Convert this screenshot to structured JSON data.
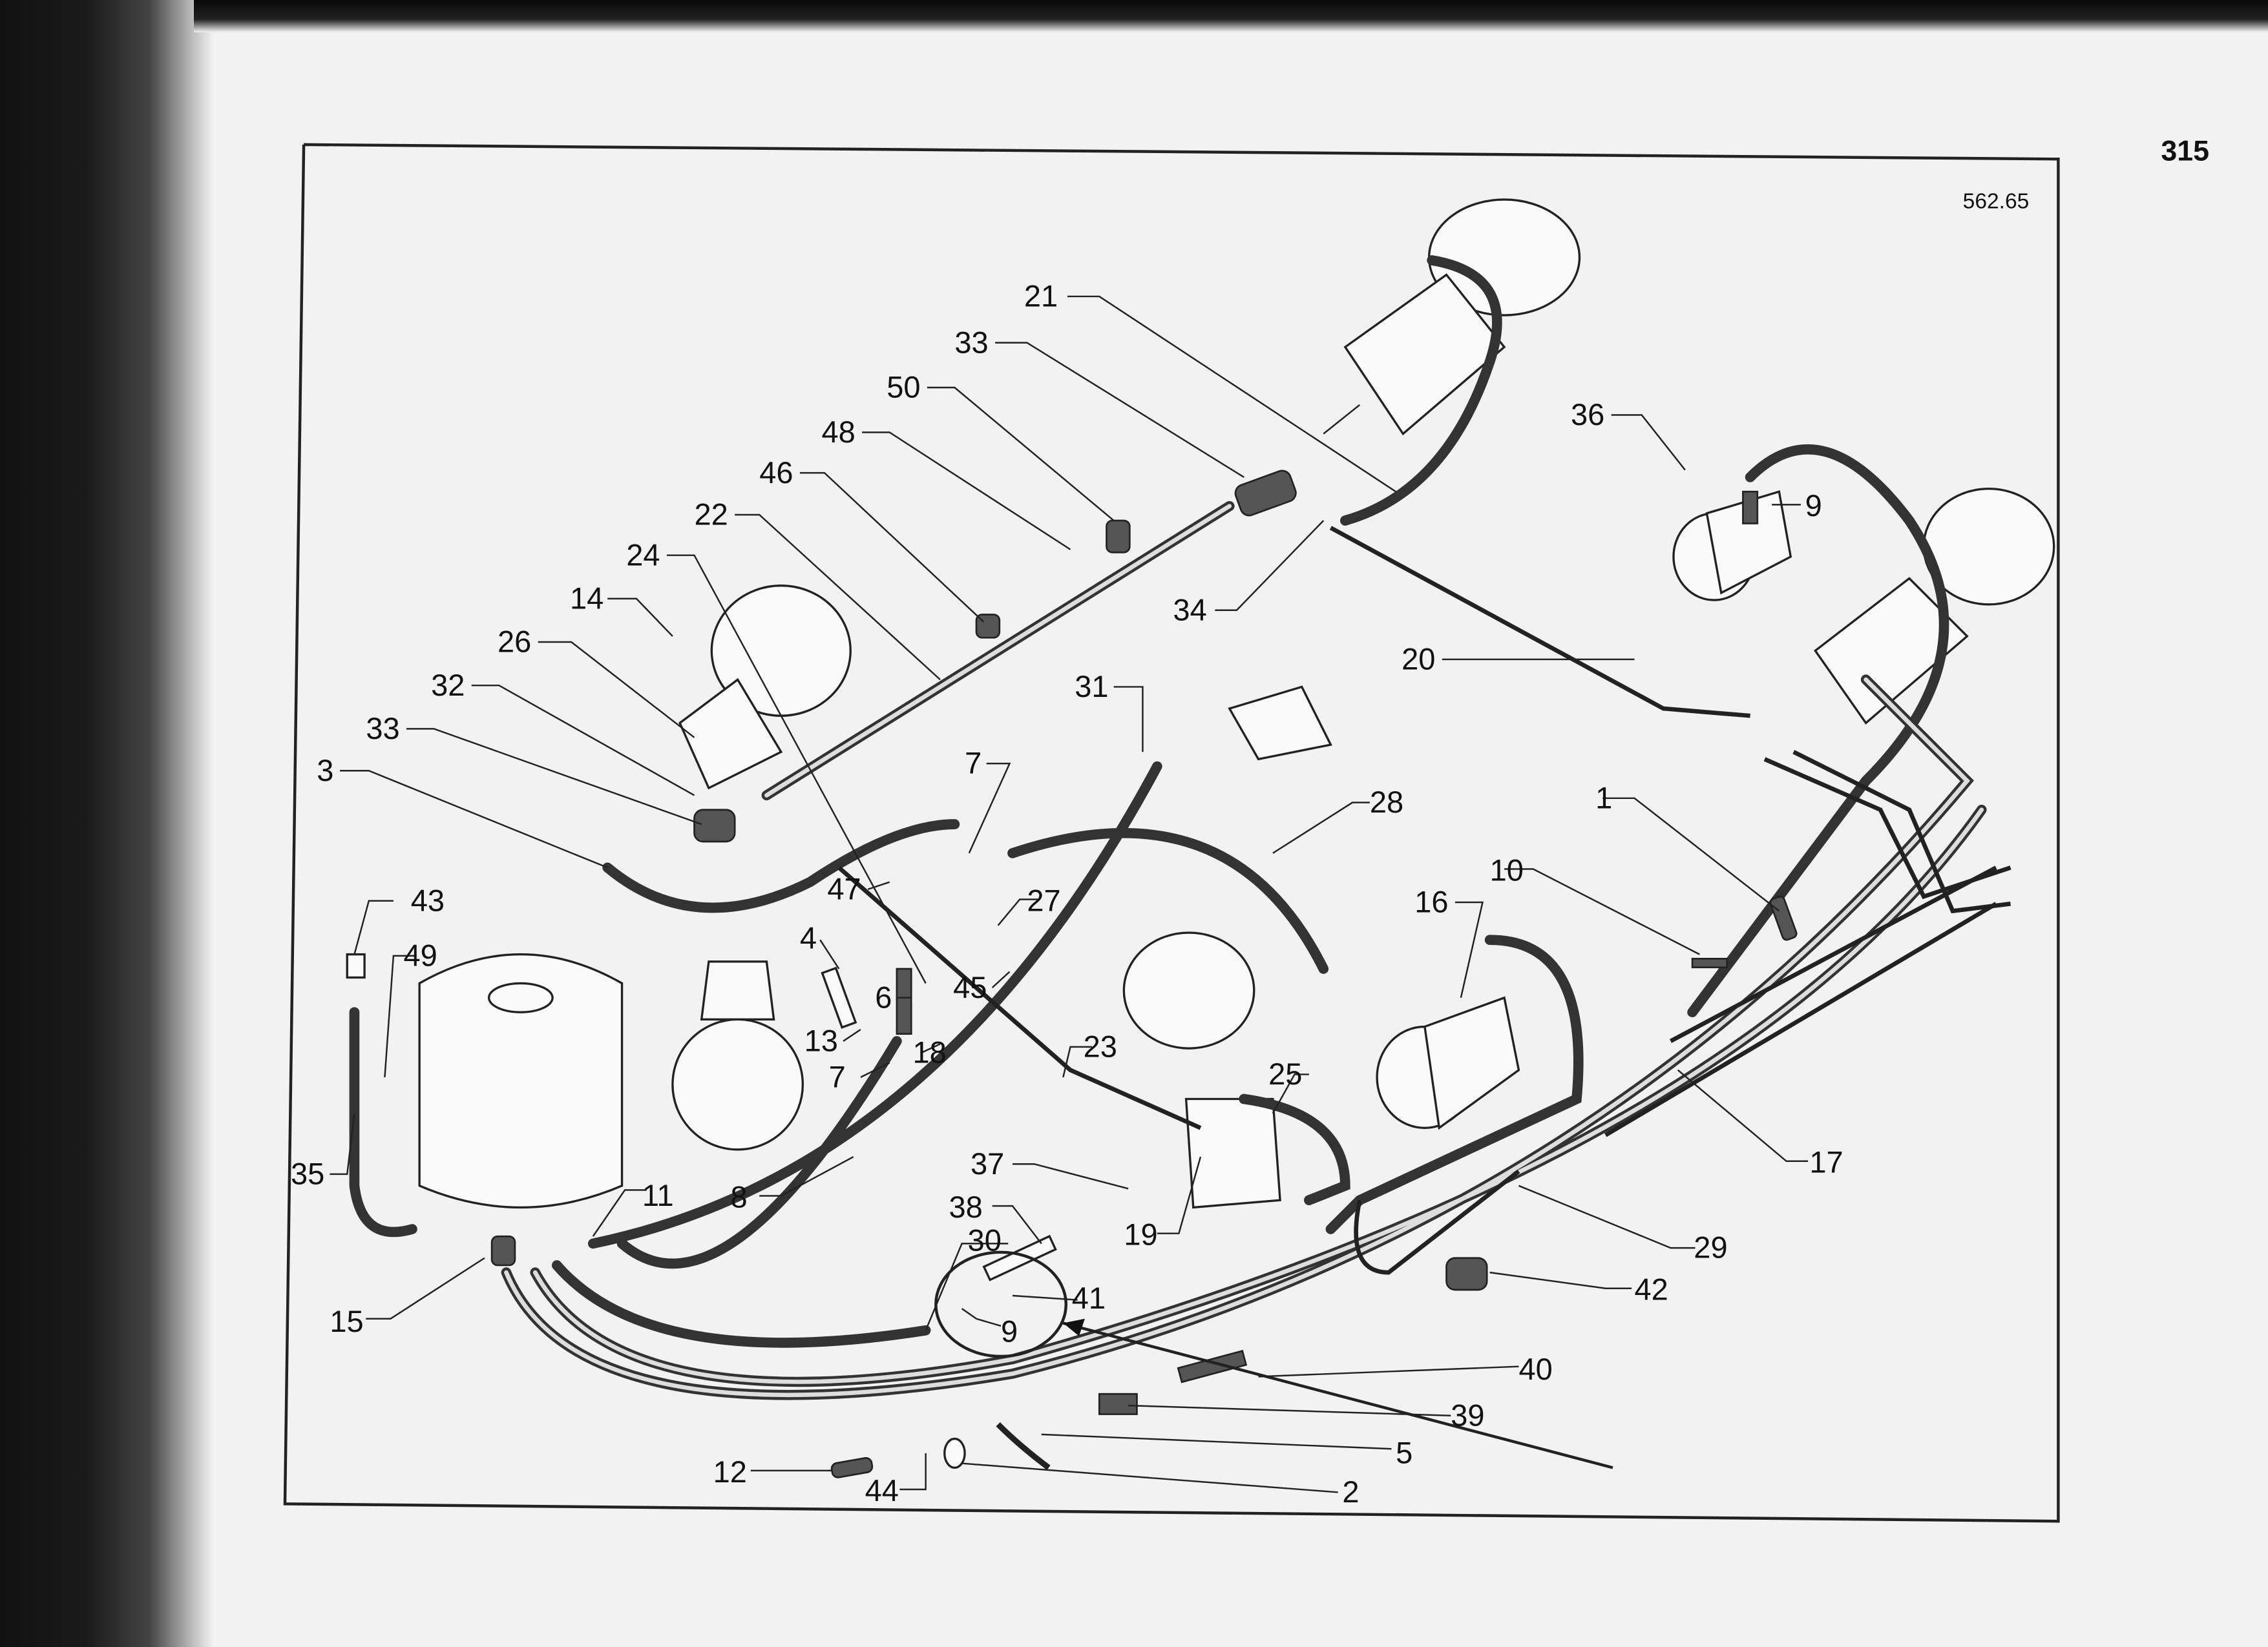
{
  "page": {
    "page_number": "315",
    "drawing_ref": "562.65"
  },
  "callouts": [
    "21",
    "33",
    "50",
    "48",
    "46",
    "22",
    "24",
    "14",
    "26",
    "32",
    "33",
    "3",
    "31",
    "7",
    "47",
    "27",
    "43",
    "49",
    "4",
    "6",
    "45",
    "13",
    "18",
    "7",
    "23",
    "25",
    "28",
    "10",
    "16",
    "1",
    "36",
    "9",
    "34",
    "20",
    "17",
    "29",
    "42",
    "35",
    "8",
    "11",
    "37",
    "38",
    "30",
    "19",
    "41",
    "9",
    "15",
    "40",
    "39",
    "5",
    "12",
    "44",
    "2"
  ]
}
